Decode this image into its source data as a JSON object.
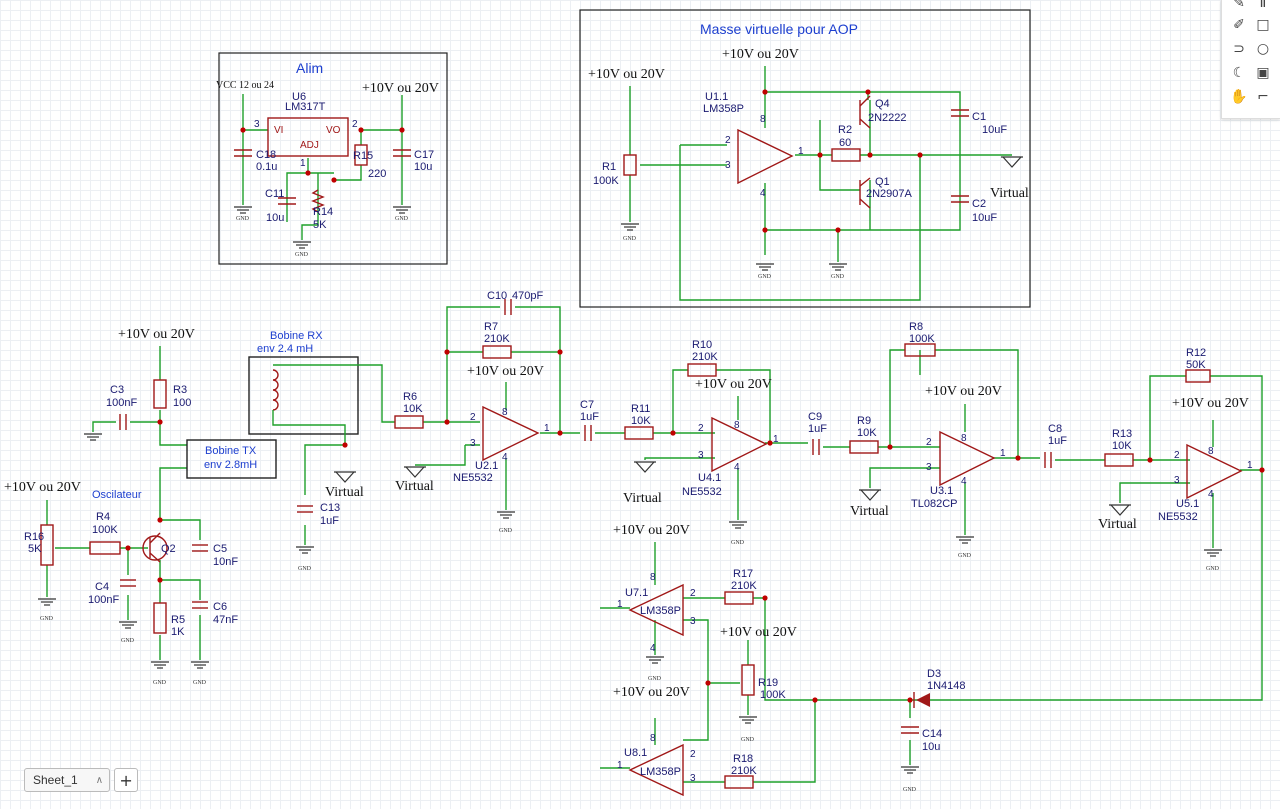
{
  "alim": {
    "title": "Alim",
    "vcc": "VCC 12 ou 24",
    "out": "+10V ou 20V",
    "u6": "U6",
    "u6val": "LM317T",
    "vi": "VI",
    "vo": "VO",
    "adj": "ADJ",
    "c18": "C18",
    "c18v": "0.1u",
    "r15": "R15",
    "r15v": "220",
    "c17": "C17",
    "c17v": "10u",
    "c11": "C11",
    "c11v": "10u",
    "r14": "R14",
    "r14v": "5K"
  },
  "masse": {
    "title": "Masse virtuelle pour AOP",
    "vtop": "+10V ou 20V",
    "vleft": "+10V ou 20V",
    "u1": "U1.1",
    "u1v": "LM358P",
    "r1": "R1",
    "r1v": "100K",
    "r2": "R2",
    "r2v": "60",
    "q4": "Q4",
    "q4v": "2N2222",
    "q1": "Q1",
    "q1v": "2N2907A",
    "c1": "C1",
    "c1v": "10uF",
    "c2": "C2",
    "c2v": "10uF",
    "virtual": "Virtual"
  },
  "osc": {
    "vtop": "+10V ou 20V",
    "vleft": "+10V ou 20V",
    "title": "Oscilateur",
    "c3": "C3",
    "c3v": "100nF",
    "r3": "R3",
    "r3v": "100",
    "r4": "R4",
    "r4v": "100K",
    "r16": "R16",
    "r16v": "5K",
    "c4": "C4",
    "c4v": "100nF",
    "q2": "Q2",
    "c5": "C5",
    "c5v": "10nF",
    "c6": "C6",
    "c6v": "47nF",
    "r5": "R5",
    "r5v": "1K",
    "btx1": "Bobine TX",
    "btx2": "env 2.8mH"
  },
  "rx": {
    "brx1": "Bobine RX",
    "brx2": "env 2.4 mH",
    "c13": "C13",
    "c13v": "1uF",
    "virtual": "Virtual"
  },
  "stage1": {
    "r6": "R6",
    "r6v": "10K",
    "c10": "C10",
    "c10v": "470pF",
    "r7": "R7",
    "r7v": "210K",
    "vtop": "+10V ou 20V",
    "u2": "U2.1",
    "u2v": "NE5532",
    "virtual": "Virtual"
  },
  "stage2": {
    "c7": "C7",
    "c7v": "1uF",
    "r11": "R11",
    "r11v": "10K",
    "r10": "R10",
    "r10v": "210K",
    "vtop": "+10V ou 20V",
    "u4": "U4.1",
    "u4v": "NE5532",
    "virtual": "Virtual"
  },
  "stage3": {
    "c9": "C9",
    "c9v": "1uF",
    "r9": "R9",
    "r9v": "10K",
    "r8": "R8",
    "r8v": "100K",
    "vtop": "+10V ou 20V",
    "u3": "U3.1",
    "u3v": "TL082CP",
    "virtual": "Virtual"
  },
  "stage4": {
    "c8": "C8",
    "c8v": "1uF",
    "r13": "R13",
    "r13v": "10K",
    "r12": "R12",
    "r12v": "50K",
    "vtop": "+10V ou 20V",
    "u5": "U5.1",
    "u5v": "NE5532",
    "virtual": "Virtual"
  },
  "detect": {
    "v1": "+10V ou 20V",
    "u7": "U7.1",
    "u7v": "LM358P",
    "r17": "R17",
    "r17v": "210K",
    "v2": "+10V ou 20V",
    "r19": "R19",
    "r19v": "100K",
    "v3": "+10V ou 20V",
    "u8": "U8.1",
    "u8v": "LM358P",
    "r18": "R18",
    "r18v": "210K",
    "d3": "D3",
    "d3v": "1N4148",
    "c14": "C14",
    "c14v": "10u"
  },
  "common": {
    "gnd": "GND"
  },
  "sheet": {
    "name": "Sheet_1",
    "add": "+"
  },
  "icons": [
    "pen-icon",
    "text-icon",
    "pencil-icon",
    "rectangle-icon",
    "pentagon-icon",
    "circle-icon",
    "arc-icon",
    "image-icon",
    "hand-icon",
    "polyline-icon"
  ]
}
